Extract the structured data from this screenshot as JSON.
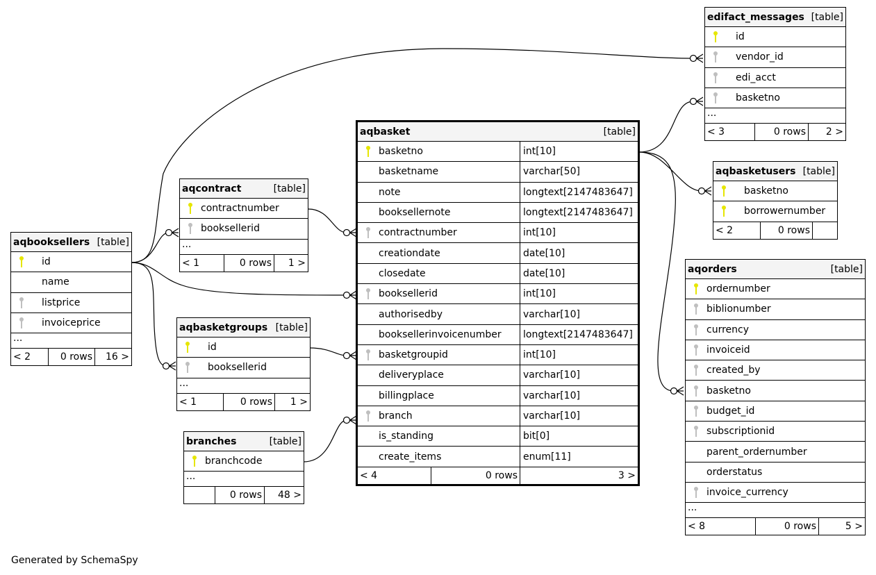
{
  "footer": "Generated by SchemaSpy",
  "colors": {
    "pk_key": "#e6e600",
    "fk_key": "#bfbfbf",
    "header_bg": "#f4f4f4"
  },
  "tables": {
    "aqbooksellers": {
      "name": "aqbooksellers",
      "type": "[table]",
      "columns": [
        {
          "name": "id",
          "key": "pk"
        },
        {
          "name": "name",
          "key": "none"
        },
        {
          "name": "listprice",
          "key": "fk"
        },
        {
          "name": "invoiceprice",
          "key": "fk"
        }
      ],
      "more": "...",
      "parents": "< 2",
      "rows": "0 rows",
      "children": "16 >"
    },
    "aqcontract": {
      "name": "aqcontract",
      "type": "[table]",
      "columns": [
        {
          "name": "contractnumber",
          "key": "pk"
        },
        {
          "name": "booksellerid",
          "key": "fk"
        }
      ],
      "more": "...",
      "parents": "< 1",
      "rows": "0 rows",
      "children": "1 >"
    },
    "aqbasketgroups": {
      "name": "aqbasketgroups",
      "type": "[table]",
      "columns": [
        {
          "name": "id",
          "key": "pk"
        },
        {
          "name": "booksellerid",
          "key": "fk"
        }
      ],
      "more": "...",
      "parents": "< 1",
      "rows": "0 rows",
      "children": "1 >"
    },
    "branches": {
      "name": "branches",
      "type": "[table]",
      "columns": [
        {
          "name": "branchcode",
          "key": "pk"
        }
      ],
      "more": "...",
      "parents": "",
      "rows": "0 rows",
      "children": "48 >"
    },
    "aqbasket": {
      "name": "aqbasket",
      "type": "[table]",
      "columns": [
        {
          "name": "basketno",
          "key": "pk",
          "dtype": "int[10]"
        },
        {
          "name": "basketname",
          "key": "none",
          "dtype": "varchar[50]"
        },
        {
          "name": "note",
          "key": "none",
          "dtype": "longtext[2147483647]"
        },
        {
          "name": "booksellernote",
          "key": "none",
          "dtype": "longtext[2147483647]"
        },
        {
          "name": "contractnumber",
          "key": "fk",
          "dtype": "int[10]"
        },
        {
          "name": "creationdate",
          "key": "none",
          "dtype": "date[10]"
        },
        {
          "name": "closedate",
          "key": "none",
          "dtype": "date[10]"
        },
        {
          "name": "booksellerid",
          "key": "fk",
          "dtype": "int[10]"
        },
        {
          "name": "authorisedby",
          "key": "none",
          "dtype": "varchar[10]"
        },
        {
          "name": "booksellerinvoicenumber",
          "key": "none",
          "dtype": "longtext[2147483647]"
        },
        {
          "name": "basketgroupid",
          "key": "fk",
          "dtype": "int[10]"
        },
        {
          "name": "deliveryplace",
          "key": "none",
          "dtype": "varchar[10]"
        },
        {
          "name": "billingplace",
          "key": "none",
          "dtype": "varchar[10]"
        },
        {
          "name": "branch",
          "key": "fk",
          "dtype": "varchar[10]"
        },
        {
          "name": "is_standing",
          "key": "none",
          "dtype": "bit[0]"
        },
        {
          "name": "create_items",
          "key": "none",
          "dtype": "enum[11]"
        }
      ],
      "parents": "< 4",
      "rows": "0 rows",
      "children": "3 >"
    },
    "edifact_messages": {
      "name": "edifact_messages",
      "type": "[table]",
      "columns": [
        {
          "name": "id",
          "key": "pk"
        },
        {
          "name": "vendor_id",
          "key": "fk"
        },
        {
          "name": "edi_acct",
          "key": "fk"
        },
        {
          "name": "basketno",
          "key": "fk"
        }
      ],
      "more": "...",
      "parents": "< 3",
      "rows": "0 rows",
      "children": "2 >"
    },
    "aqbasketusers": {
      "name": "aqbasketusers",
      "type": "[table]",
      "columns": [
        {
          "name": "basketno",
          "key": "pk"
        },
        {
          "name": "borrowernumber",
          "key": "pk"
        }
      ],
      "parents": "< 2",
      "rows": "0 rows",
      "children": ""
    },
    "aqorders": {
      "name": "aqorders",
      "type": "[table]",
      "columns": [
        {
          "name": "ordernumber",
          "key": "pk"
        },
        {
          "name": "biblionumber",
          "key": "fk"
        },
        {
          "name": "currency",
          "key": "fk"
        },
        {
          "name": "invoiceid",
          "key": "fk"
        },
        {
          "name": "created_by",
          "key": "fk"
        },
        {
          "name": "basketno",
          "key": "fk"
        },
        {
          "name": "budget_id",
          "key": "fk"
        },
        {
          "name": "subscriptionid",
          "key": "fk"
        },
        {
          "name": "parent_ordernumber",
          "key": "none"
        },
        {
          "name": "orderstatus",
          "key": "none"
        },
        {
          "name": "invoice_currency",
          "key": "fk"
        }
      ],
      "more": "...",
      "parents": "< 8",
      "rows": "0 rows",
      "children": "5 >"
    }
  },
  "relationships": [
    {
      "from": "aqbooksellers.id",
      "to": "aqcontract.booksellerid"
    },
    {
      "from": "aqbooksellers.id",
      "to": "aqbasketgroups.booksellerid"
    },
    {
      "from": "aqbooksellers.id",
      "to": "aqbasket.booksellerid"
    },
    {
      "from": "aqbooksellers.id",
      "to": "edifact_messages.vendor_id"
    },
    {
      "from": "aqcontract.contractnumber",
      "to": "aqbasket.contractnumber"
    },
    {
      "from": "aqbasketgroups.id",
      "to": "aqbasket.basketgroupid"
    },
    {
      "from": "branches.branchcode",
      "to": "aqbasket.branch"
    },
    {
      "from": "aqbasket.basketno",
      "to": "edifact_messages.basketno"
    },
    {
      "from": "aqbasket.basketno",
      "to": "aqbasketusers.basketno"
    },
    {
      "from": "aqbasket.basketno",
      "to": "aqorders.basketno"
    }
  ]
}
